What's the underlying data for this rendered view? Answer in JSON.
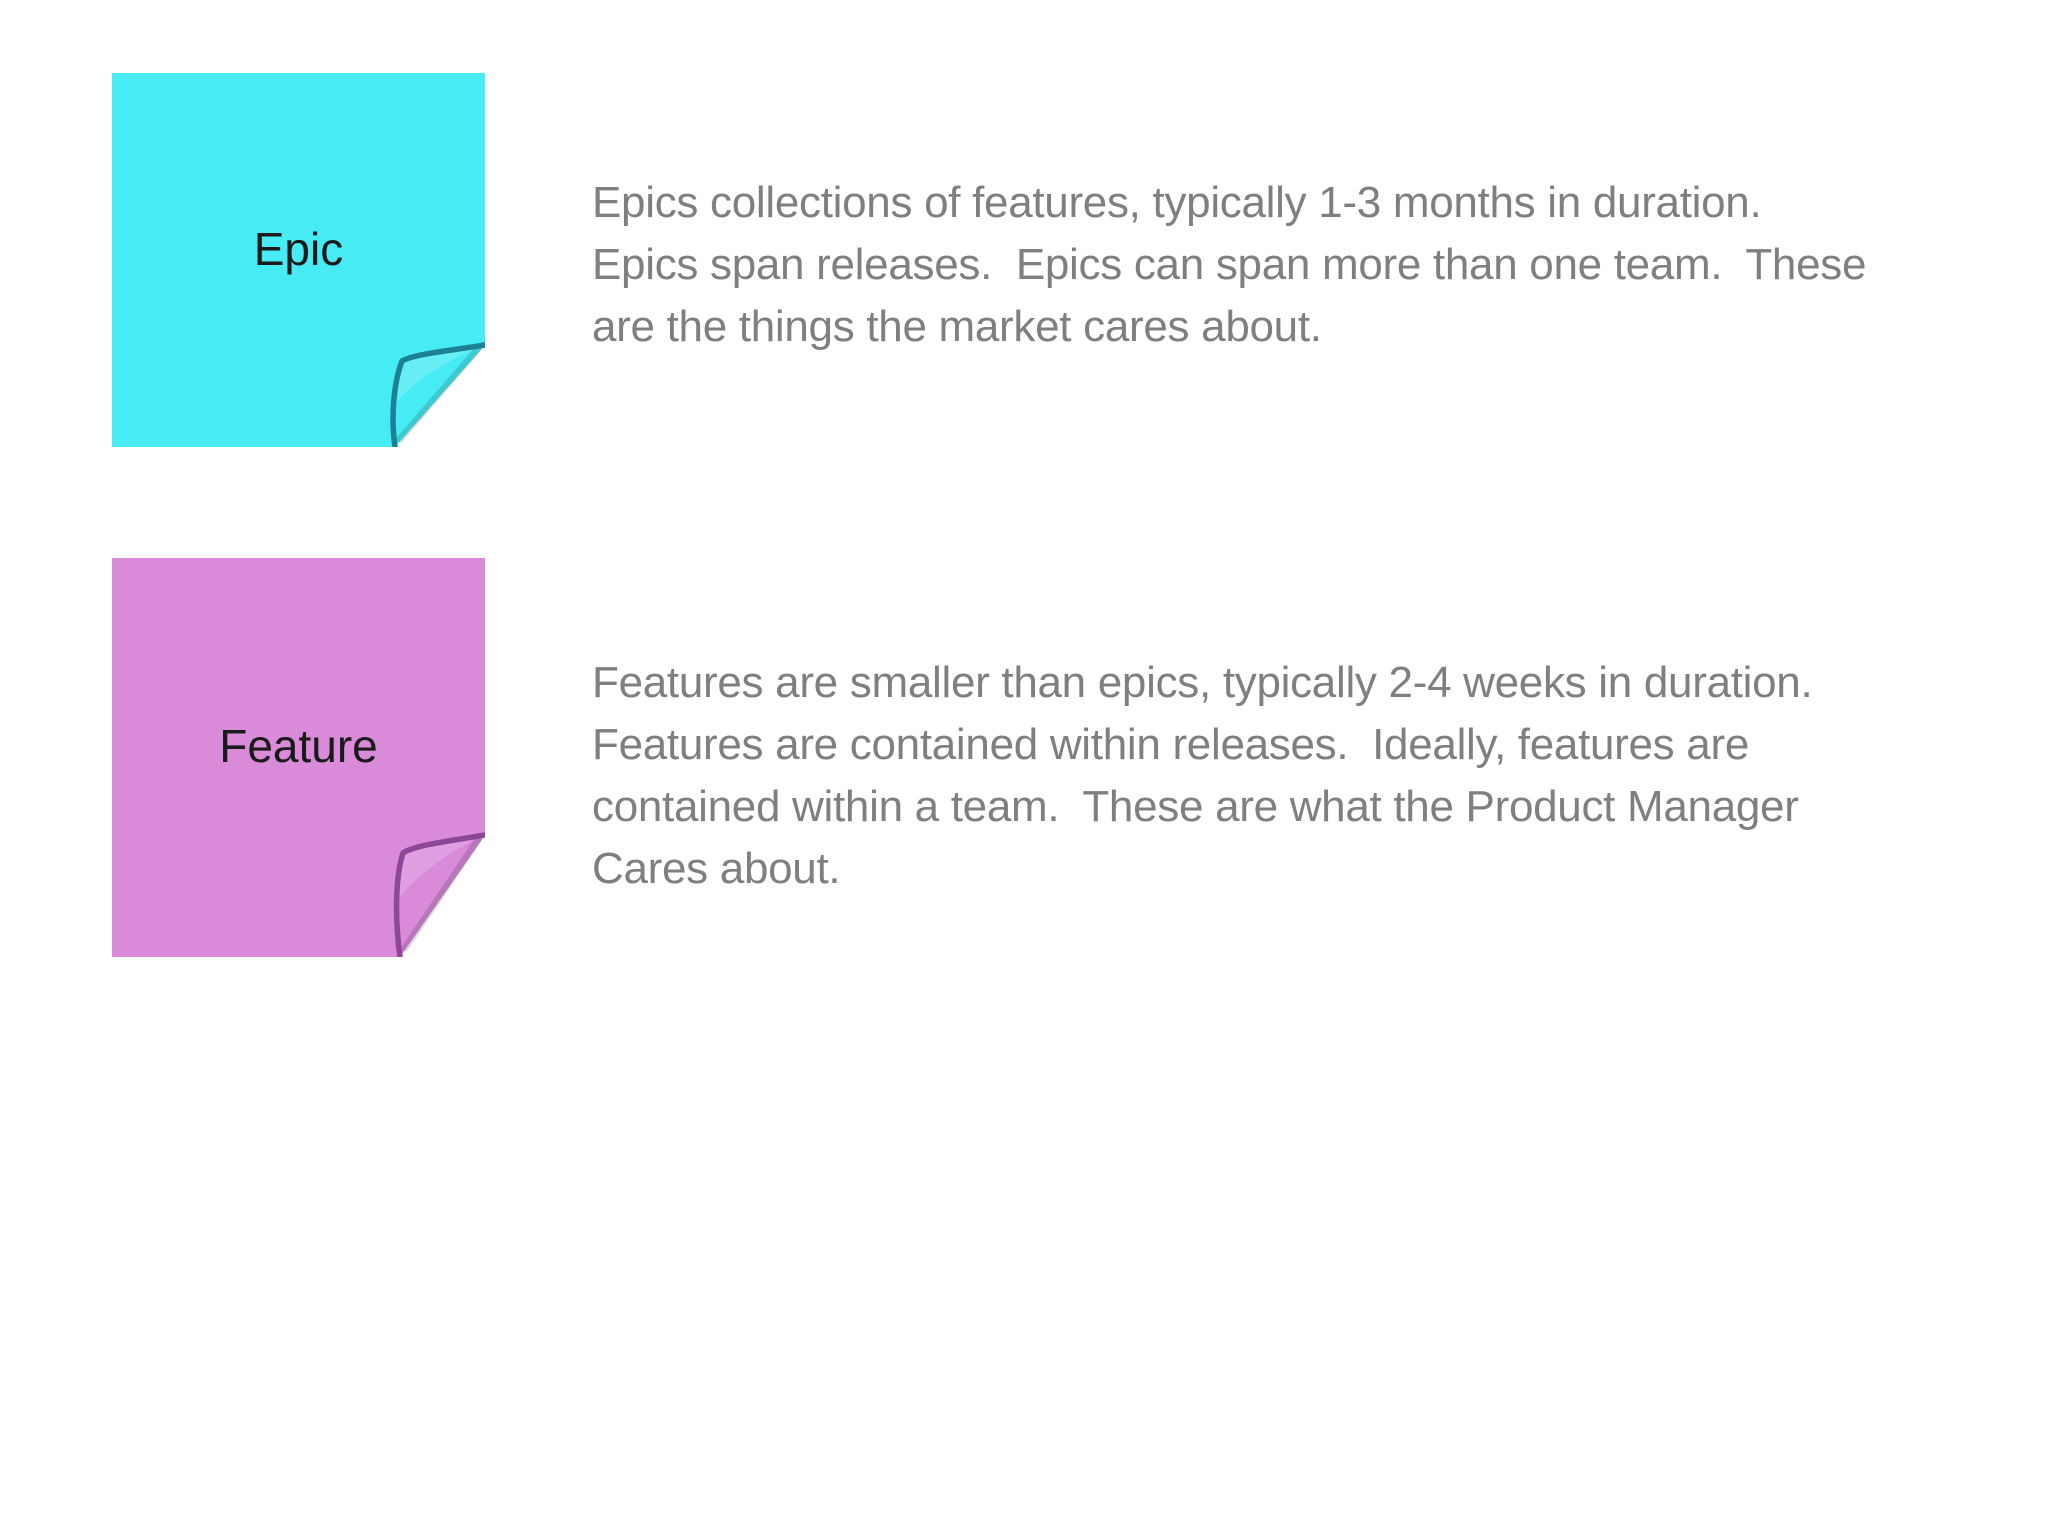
{
  "page": {
    "background": "#ffffff",
    "body_text_color": "#7f7f7f",
    "label_text_color": "#1a1a1a"
  },
  "notes": [
    {
      "id": "epic",
      "label": "Epic",
      "fill": "#47ebf3",
      "curl_edge_color": "#1d8196",
      "description": "Epics collections of features, typically 1-3 months in duration.\nEpics span releases.  Epics can span more than one team.  These\nare the things the market cares about."
    },
    {
      "id": "feature",
      "label": "Feature",
      "fill": "#d98ad9",
      "curl_edge_color": "#8d4796",
      "description": "Features are smaller than epics, typically 2-4 weeks in duration.\nFeatures are contained within releases.  Ideally, features are\ncontained within a team.  These are what the Product Manager\nCares about."
    }
  ]
}
